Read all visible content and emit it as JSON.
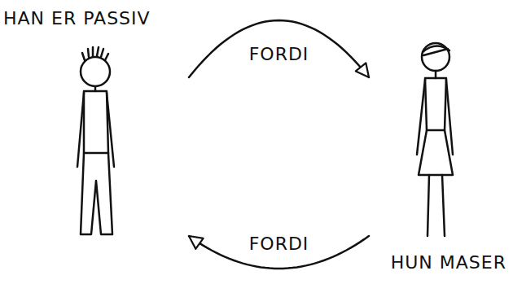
{
  "diagram": {
    "nodes": [
      {
        "text": [
          "HAN ER PASSIV"
        ]
      },
      {
        "text": [
          "HUN MASER"
        ]
      }
    ],
    "edges": [
      {
        "from": 0,
        "to": 1,
        "label": "FORDI",
        "arrow": "to"
      },
      {
        "from": 1,
        "to": 0,
        "label": "FORDI",
        "arrow": "to"
      }
    ]
  }
}
